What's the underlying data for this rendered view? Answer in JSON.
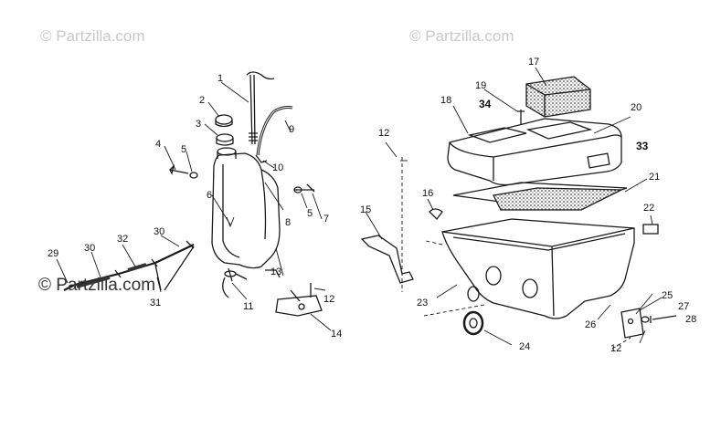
{
  "watermarks": {
    "top_left": "© Partzilla.com",
    "top_right": "© Partzilla.com",
    "bottom_left": "© Partzilla.com"
  },
  "callouts": {
    "c1": "1",
    "c2": "2",
    "c3": "3",
    "c4": "4",
    "c5a": "5",
    "c5b": "5",
    "c6": "6",
    "c7": "7",
    "c8": "8",
    "c9": "9",
    "c10": "10",
    "c11": "11",
    "c12a": "12",
    "c12b": "12",
    "c12c": "12",
    "c13": "13",
    "c14": "14",
    "c15": "15",
    "c16": "16",
    "c17": "17",
    "c18": "18",
    "c19": "19",
    "c20": "20",
    "c21": "21",
    "c22": "22",
    "c23": "23",
    "c24": "24",
    "c25": "25",
    "c26": "26",
    "c27": "27",
    "c28": "28",
    "c29": "29",
    "c30a": "30",
    "c30b": "30",
    "c31": "31",
    "c32": "32",
    "c33": "33",
    "c34": "34"
  },
  "colors": {
    "line": "#1a1a1a",
    "foam": "#5a5a5a",
    "watermark": "#c9c9c9"
  }
}
